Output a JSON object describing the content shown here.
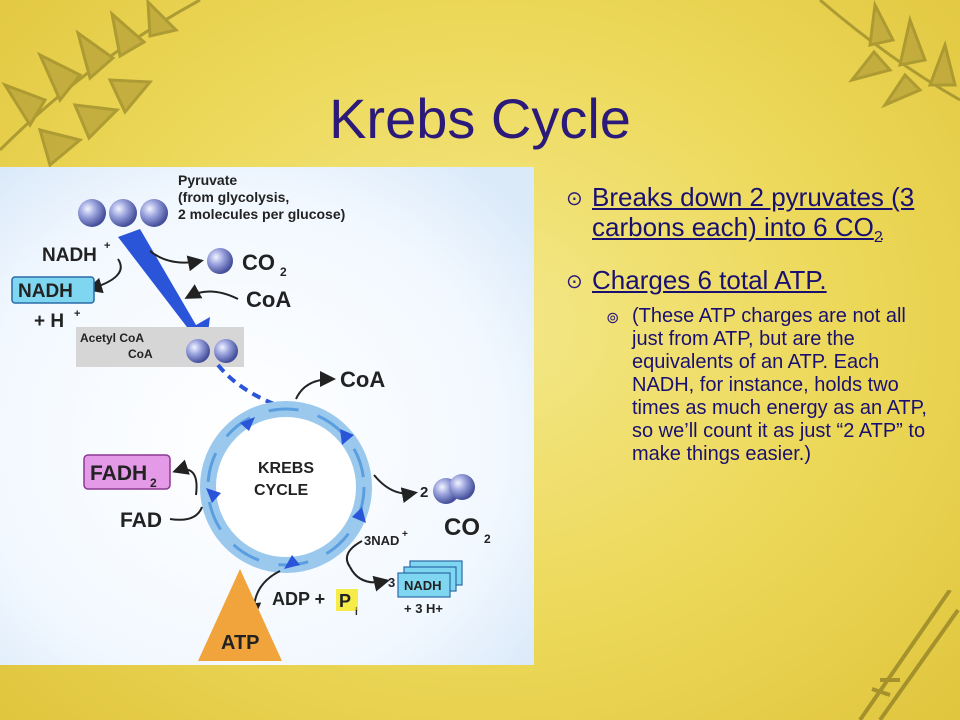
{
  "slide": {
    "title": "Krebs Cycle",
    "bullets": [
      {
        "text": "Breaks down 2 pyruvates (3 carbons each) into 6 CO",
        "sub": "2"
      },
      {
        "text": "Charges 6 total ATP.",
        "sub": ""
      }
    ],
    "sub_bullet": "(These ATP charges are not all just from ATP, but are the equivalents of an ATP. Each NADH, for instance, holds two times as much energy as an ATP, so we’ll count it as just “2 ATP” to make things easier.)"
  },
  "diagram": {
    "pyruvate_line1": "Pyruvate",
    "pyruvate_line2": "(from glycolysis,",
    "pyruvate_line3": "2 molecules per glucose)",
    "nadh_plus": "NADH",
    "nadh_box": "NADH",
    "h_plus": "+ H",
    "co2_top": "CO",
    "coa_top": "CoA",
    "acetyl_line1": "Acetyl CoA",
    "acetyl_line2": "CoA",
    "coa_cycle": "CoA",
    "krebs_line1": "KREBS",
    "krebs_line2": "CYCLE",
    "fadh2": "FADH",
    "fad": "FAD",
    "two": "2",
    "co2_right": "CO",
    "nad_label": "3NAD",
    "three": "3",
    "nadh_stack": "NADH",
    "three_h": "+ 3 H+",
    "adp": "ADP +",
    "pi": "P",
    "atp": "ATP"
  },
  "colors": {
    "title": "#2b1a7a",
    "text": "#1a1070",
    "arrow_blue": "#2a55d8",
    "nadh_box": "#7fd6f0",
    "fadh_box": "#e59ae8",
    "atp_triangle": "#f2a43c",
    "pi_box": "#f5ec4a"
  }
}
